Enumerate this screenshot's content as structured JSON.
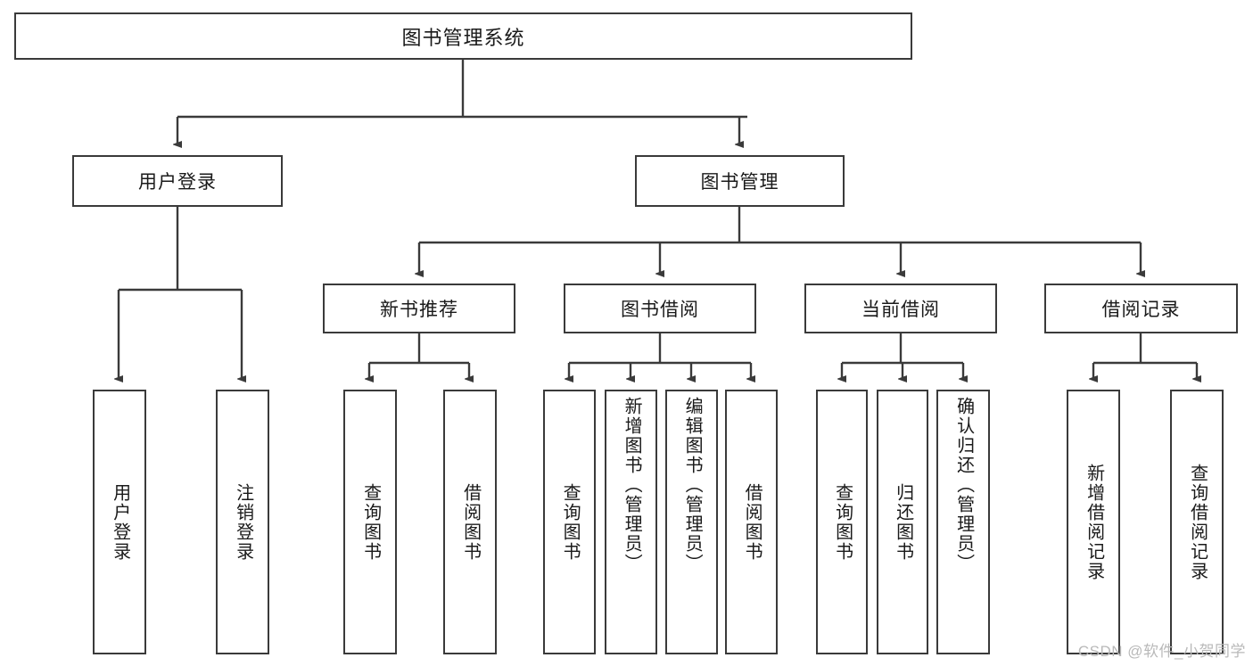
{
  "diagram": {
    "type": "tree",
    "title": "图书管理系统",
    "root": {
      "label": "图书管理系统"
    },
    "level2": [
      {
        "id": "user-login",
        "label": "用户登录"
      },
      {
        "id": "book-manage",
        "label": "图书管理"
      }
    ],
    "level3": [
      {
        "id": "new-book-rec",
        "label": "新书推荐",
        "parent": "book-manage"
      },
      {
        "id": "book-borrow",
        "label": "图书借阅",
        "parent": "book-manage"
      },
      {
        "id": "current-borrow",
        "label": "当前借阅",
        "parent": "book-manage"
      },
      {
        "id": "borrow-record",
        "label": "借阅记录",
        "parent": "book-manage"
      }
    ],
    "leaves": [
      {
        "id": "leaf-user-login",
        "label": "用户登录",
        "parent": "user-login"
      },
      {
        "id": "leaf-logout",
        "label": "注销登录",
        "parent": "user-login"
      },
      {
        "id": "leaf-query-book-1",
        "label": "查询图书",
        "parent": "new-book-rec"
      },
      {
        "id": "leaf-borrow-book-1",
        "label": "借阅图书",
        "parent": "new-book-rec"
      },
      {
        "id": "leaf-query-book-2",
        "label": "查询图书",
        "parent": "book-borrow"
      },
      {
        "id": "leaf-add-book",
        "label": "新增图书（管理员）",
        "parent": "book-borrow"
      },
      {
        "id": "leaf-edit-book",
        "label": "编辑图书（管理员）",
        "parent": "book-borrow"
      },
      {
        "id": "leaf-borrow-book-2",
        "label": "借阅图书",
        "parent": "book-borrow"
      },
      {
        "id": "leaf-query-book-3",
        "label": "查询图书",
        "parent": "current-borrow"
      },
      {
        "id": "leaf-return-book",
        "label": "归还图书",
        "parent": "current-borrow"
      },
      {
        "id": "leaf-confirm-return",
        "label": "确认归还（管理员）",
        "parent": "current-borrow"
      },
      {
        "id": "leaf-add-record",
        "label": "新增借阅记录",
        "parent": "borrow-record"
      },
      {
        "id": "leaf-query-record",
        "label": "查询借阅记录",
        "parent": "borrow-record"
      }
    ],
    "watermark": "CSDN @软件_小贺同学",
    "colors": {
      "stroke": "#3a3a3a",
      "background": "#ffffff",
      "text": "#1a1a1a",
      "watermark": "#b9b9b9"
    }
  }
}
